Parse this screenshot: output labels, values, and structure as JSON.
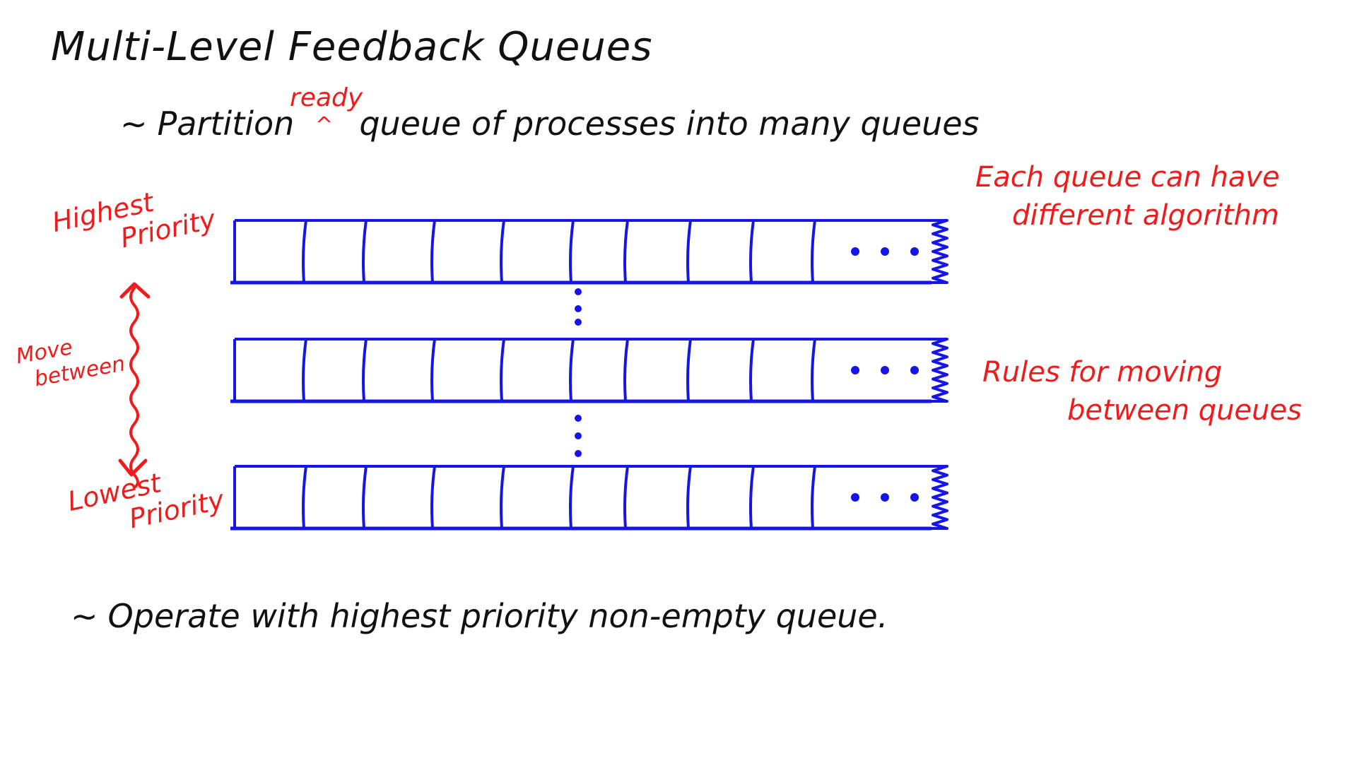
{
  "title": "Multi-Level Feedback Queues",
  "bullet1": {
    "marker": "~",
    "before": "Partition",
    "insert": "ready",
    "caret": "^",
    "after": "queue of processes into many queues"
  },
  "diagram": {
    "queue_count": 3,
    "slots_per_queue": 10,
    "ellipsis": "• • •",
    "queue_color": "#1515e8",
    "annotation_color": "#ee1c1c"
  },
  "labels": {
    "highest": [
      "Highest",
      "Priority"
    ],
    "move": [
      "Move",
      "between"
    ],
    "lowest": [
      "Lowest",
      "Priority"
    ],
    "algo_note": [
      "Each queue can have",
      "different algorithm"
    ],
    "rules_note": [
      "Rules for moving",
      "between queues"
    ]
  },
  "bullet2": {
    "marker": "~",
    "text": "Operate with highest priority non-empty queue."
  }
}
